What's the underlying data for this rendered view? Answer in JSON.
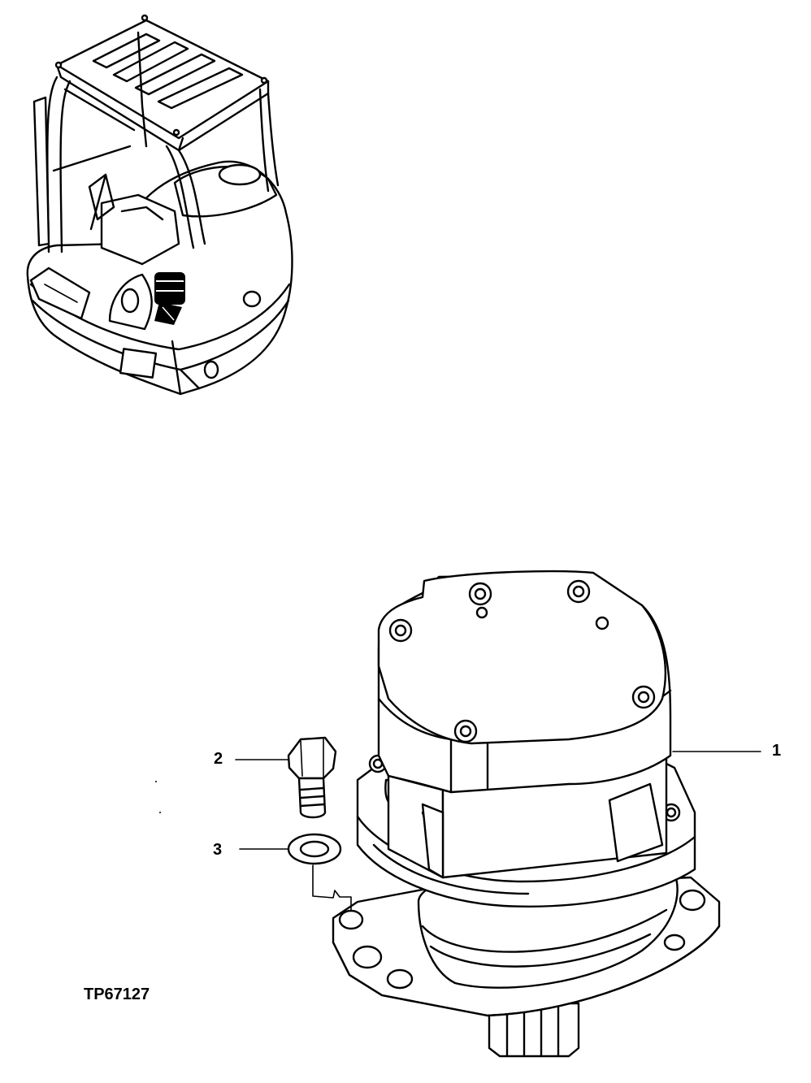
{
  "figure": {
    "id_label": "TP67127"
  },
  "callouts": [
    {
      "number": "1",
      "part": "swing-motor"
    },
    {
      "number": "2",
      "part": "cap-screw"
    },
    {
      "number": "3",
      "part": "washer"
    }
  ],
  "icons": {
    "machine": "excavator-upper-structure-icon",
    "motor": "swing-motor-icon",
    "screw": "hex-cap-screw-icon",
    "washer": "flat-washer-icon"
  },
  "colors": {
    "line": "#000000",
    "background": "#ffffff"
  }
}
